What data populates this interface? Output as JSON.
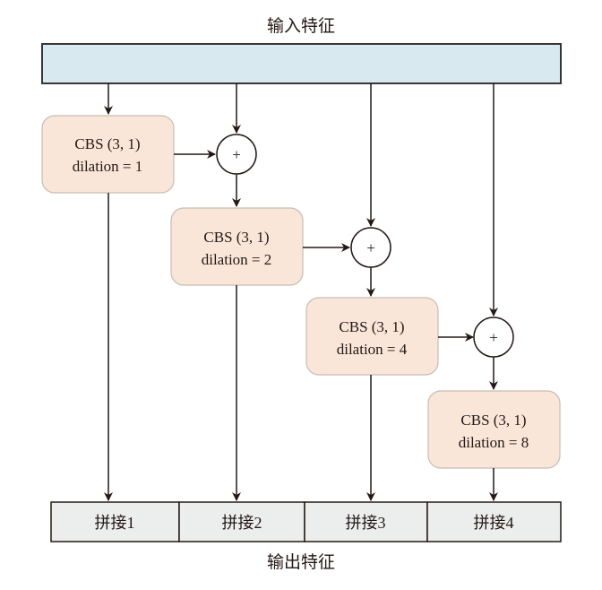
{
  "diagram": {
    "input_label": "输入特征",
    "output_label": "输出特征",
    "colors": {
      "input_bar": "#d8eaf0",
      "cbs_block": "#f9e6d8",
      "output_cell": "#eceeed",
      "stroke": "#231815"
    },
    "blocks": [
      {
        "line1": "CBS (3, 1)",
        "line2": "dilation = 1"
      },
      {
        "line1": "CBS (3, 1)",
        "line2": "dilation = 2"
      },
      {
        "line1": "CBS (3, 1)",
        "line2": "dilation = 4"
      },
      {
        "line1": "CBS (3, 1)",
        "line2": "dilation = 8"
      }
    ],
    "adders": [
      {
        "symbol": "+"
      },
      {
        "symbol": "+"
      },
      {
        "symbol": "+"
      }
    ],
    "outputs": [
      {
        "label": "拼接1"
      },
      {
        "label": "拼接2"
      },
      {
        "label": "拼接3"
      },
      {
        "label": "拼接4"
      }
    ]
  }
}
